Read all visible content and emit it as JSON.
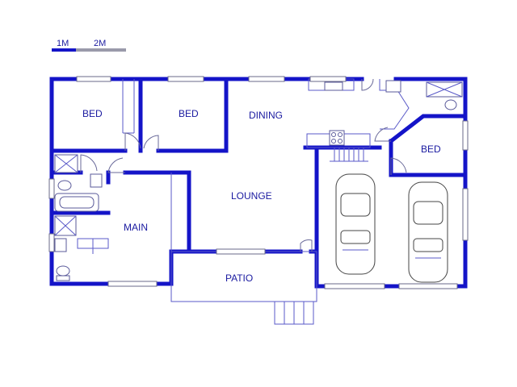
{
  "scale": {
    "mark_1": "1M",
    "mark_2": "2M"
  },
  "rooms": {
    "bed_1": "BED",
    "bed_2": "BED",
    "dining": "DINING",
    "bed_3": "BED",
    "lounge": "LOUNGE",
    "main": "MAIN",
    "patio": "PATIO"
  },
  "colors": {
    "wall": "#1414c8",
    "label": "#1a1aa0"
  }
}
